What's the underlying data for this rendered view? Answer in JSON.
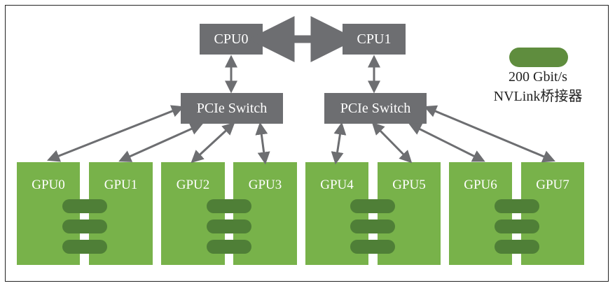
{
  "cpus": [
    {
      "label": "CPU0"
    },
    {
      "label": "CPU1"
    }
  ],
  "switches": [
    {
      "label": "PCIe Switch"
    },
    {
      "label": "PCIe Switch"
    }
  ],
  "gpus": [
    {
      "label": "GPU0"
    },
    {
      "label": "GPU1"
    },
    {
      "label": "GPU2"
    },
    {
      "label": "GPU3"
    },
    {
      "label": "GPU4"
    },
    {
      "label": "GPU5"
    },
    {
      "label": "GPU6"
    },
    {
      "label": "GPU7"
    }
  ],
  "legend": {
    "line1": "200 Gbit/s",
    "line2": "NVLink桥接器"
  },
  "colors": {
    "node_gray": "#6d6e71",
    "gpu_green": "#78b24a",
    "nvlink_green": "#4f7f37",
    "legend_green": "#5f8d3e",
    "arrow_gray": "#6d6e71"
  }
}
